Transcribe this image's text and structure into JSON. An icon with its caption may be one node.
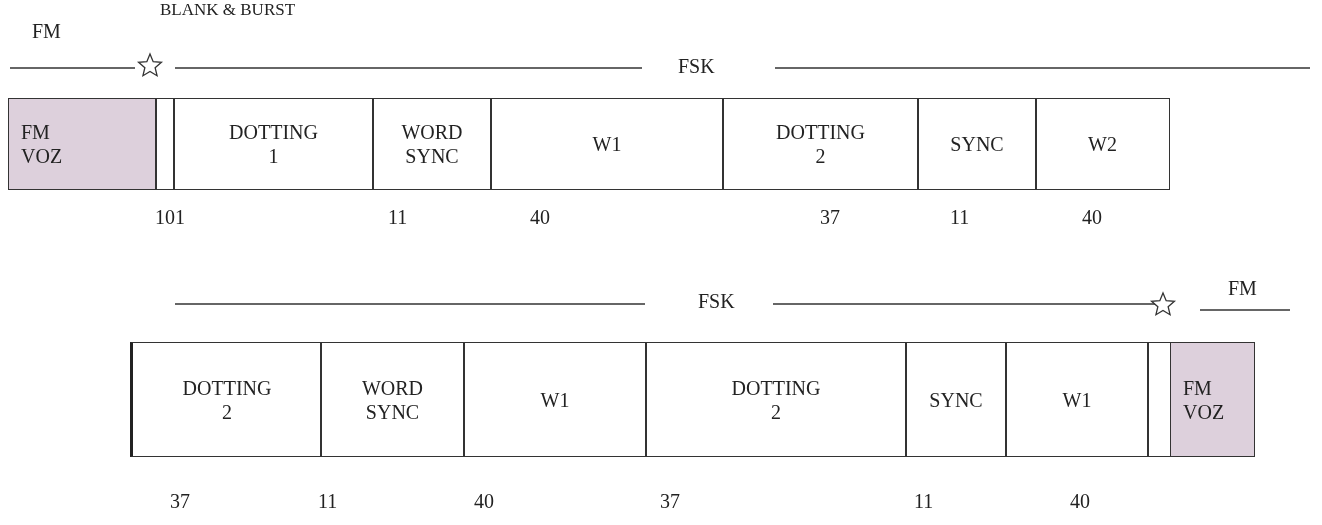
{
  "diagram": {
    "nodes": [
      {
        "text": [
          "FM VOZ"
        ]
      },
      {
        "text": [],
        "shape": "box"
      },
      {
        "text": [
          "DOTTING 1"
        ]
      },
      {
        "text": [
          "WORD SYNC"
        ]
      },
      {
        "text": [
          "W1"
        ]
      },
      {
        "text": [
          "DOTTING 2"
        ]
      },
      {
        "text": [
          "SYNC"
        ]
      },
      {
        "text": [
          "W2"
        ]
      },
      {
        "text": [
          "DOTTING 2"
        ]
      },
      {
        "text": [
          "WORD SYNC"
        ]
      },
      {
        "text": [
          "W1"
        ]
      },
      {
        "text": [
          "DOTTING 2"
        ]
      },
      {
        "text": [
          "SYNC"
        ]
      },
      {
        "text": [
          "W1"
        ]
      },
      {
        "text": [],
        "shape": "box"
      },
      {
        "text": [
          "FM VOZ"
        ]
      }
    ],
    "edges": [],
    "labels": [
      "BLANK & BURST",
      "FM",
      "FSK",
      "101",
      "11",
      "40",
      "37",
      "11",
      "40",
      "FSK",
      "FM",
      "37",
      "11",
      "40",
      "37",
      "11",
      "40"
    ]
  }
}
